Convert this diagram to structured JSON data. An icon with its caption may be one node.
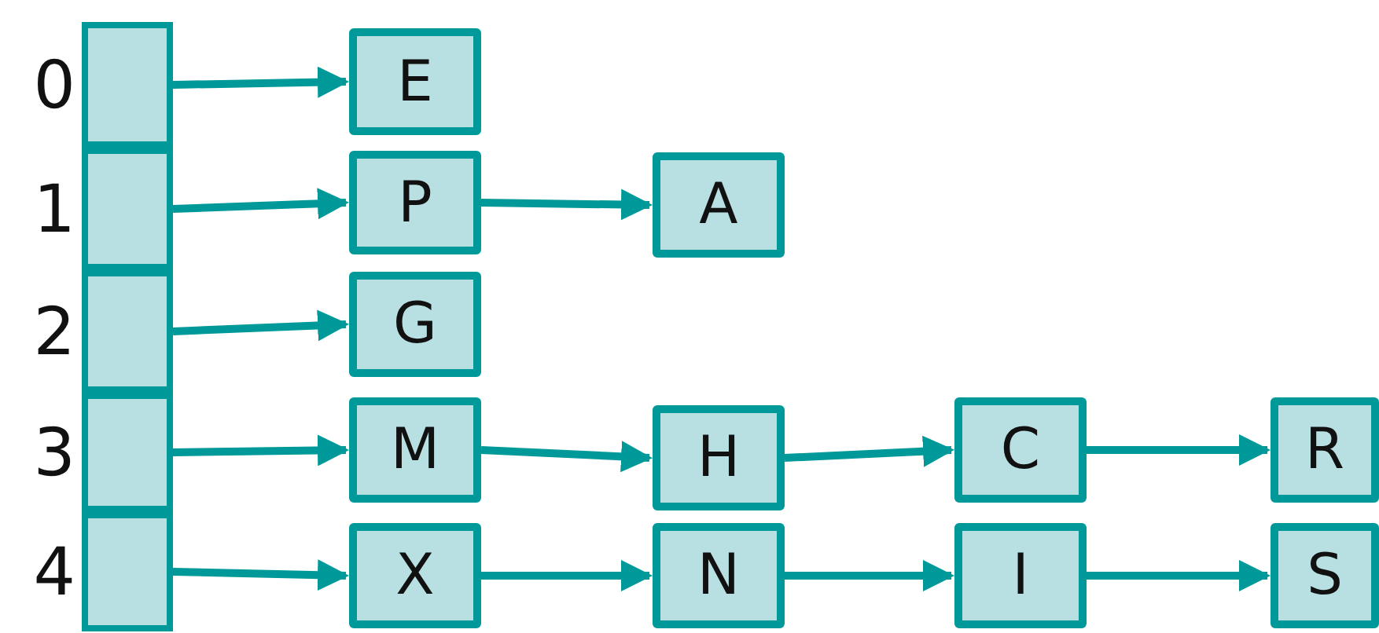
{
  "diagram": {
    "nodes": [
      {
        "text": [],
        "shape": "box",
        "beside": [
          "0"
        ]
      },
      {
        "text": [],
        "shape": "box",
        "beside": [
          "1"
        ]
      },
      {
        "text": [],
        "shape": "box",
        "beside": [
          "2"
        ]
      },
      {
        "text": [],
        "shape": "box",
        "beside": [
          "3"
        ]
      },
      {
        "text": [],
        "shape": "box",
        "beside": [
          "4"
        ]
      },
      {
        "text": [
          "E"
        ]
      },
      {
        "text": [
          "P"
        ]
      },
      {
        "text": [
          "A"
        ]
      },
      {
        "text": [
          "G"
        ]
      },
      {
        "text": [
          "M"
        ]
      },
      {
        "text": [
          "H"
        ]
      },
      {
        "text": [
          "C"
        ]
      },
      {
        "text": [
          "R"
        ]
      },
      {
        "text": [
          "X"
        ]
      },
      {
        "text": [
          "N"
        ]
      },
      {
        "text": [
          "I"
        ]
      },
      {
        "text": [
          "S"
        ]
      }
    ],
    "edges": [
      {
        "from": 0,
        "to": 5,
        "arrow": "to"
      },
      {
        "from": 1,
        "to": 6,
        "arrow": "to"
      },
      {
        "from": 6,
        "to": 7,
        "arrow": "to"
      },
      {
        "from": 2,
        "to": 8,
        "arrow": "to"
      },
      {
        "from": 3,
        "to": 9,
        "arrow": "to"
      },
      {
        "from": 9,
        "to": 10,
        "arrow": "to"
      },
      {
        "from": 10,
        "to": 11,
        "arrow": "to"
      },
      {
        "from": 11,
        "to": 12,
        "arrow": "to"
      },
      {
        "from": 4,
        "to": 13,
        "arrow": "to"
      },
      {
        "from": 13,
        "to": 14,
        "arrow": "to"
      },
      {
        "from": 14,
        "to": 15,
        "arrow": "to"
      },
      {
        "from": 15,
        "to": 16,
        "arrow": "to"
      }
    ]
  }
}
